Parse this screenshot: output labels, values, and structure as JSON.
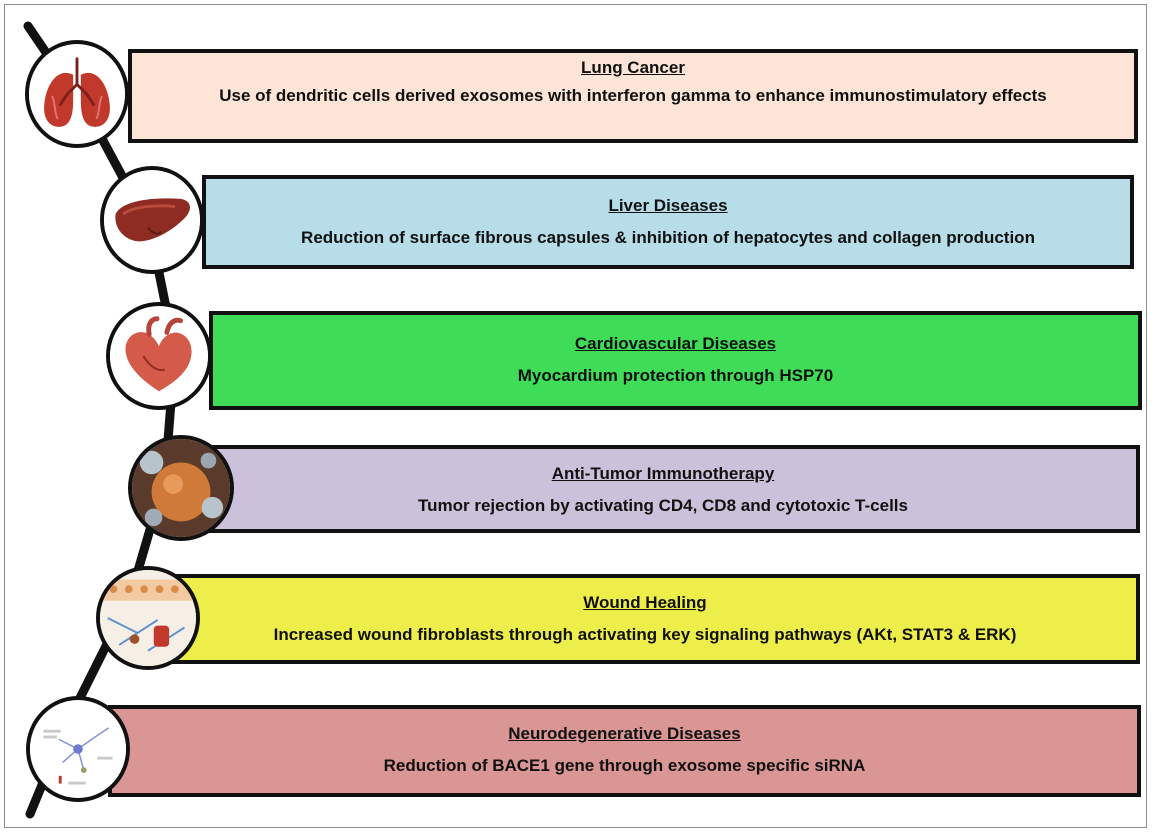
{
  "items": [
    {
      "title": "Lung Cancer",
      "description": "Use of dendritic cells derived exosomes with interferon gamma to enhance immunostimulatory effects",
      "color": "#fce4d6",
      "icon": "lungs-icon"
    },
    {
      "title": "Liver Diseases",
      "description": "Reduction of surface fibrous capsules & inhibition of hepatocytes and collagen production",
      "color": "#b7dde8",
      "icon": "liver-icon"
    },
    {
      "title": "Cardiovascular Diseases",
      "description": "Myocardium protection through HSP70",
      "color": "#3fdc57",
      "icon": "heart-icon"
    },
    {
      "title": "Anti-Tumor Immunotherapy",
      "description": "Tumor rejection by activating CD4, CD8 and cytotoxic T-cells",
      "color": "#ccc1da",
      "icon": "tumor-cell-icon"
    },
    {
      "title": "Wound Healing",
      "description": "Increased wound fibroblasts through activating key signaling pathways (AKt, STAT3 & ERK)",
      "color": "#eeee4a",
      "icon": "wound-tissue-icon"
    },
    {
      "title": "Neurodegenerative Diseases",
      "description": "Reduction of BACE1 gene through exosome specific siRNA",
      "color": "#d99694",
      "icon": "neuron-network-icon"
    }
  ]
}
